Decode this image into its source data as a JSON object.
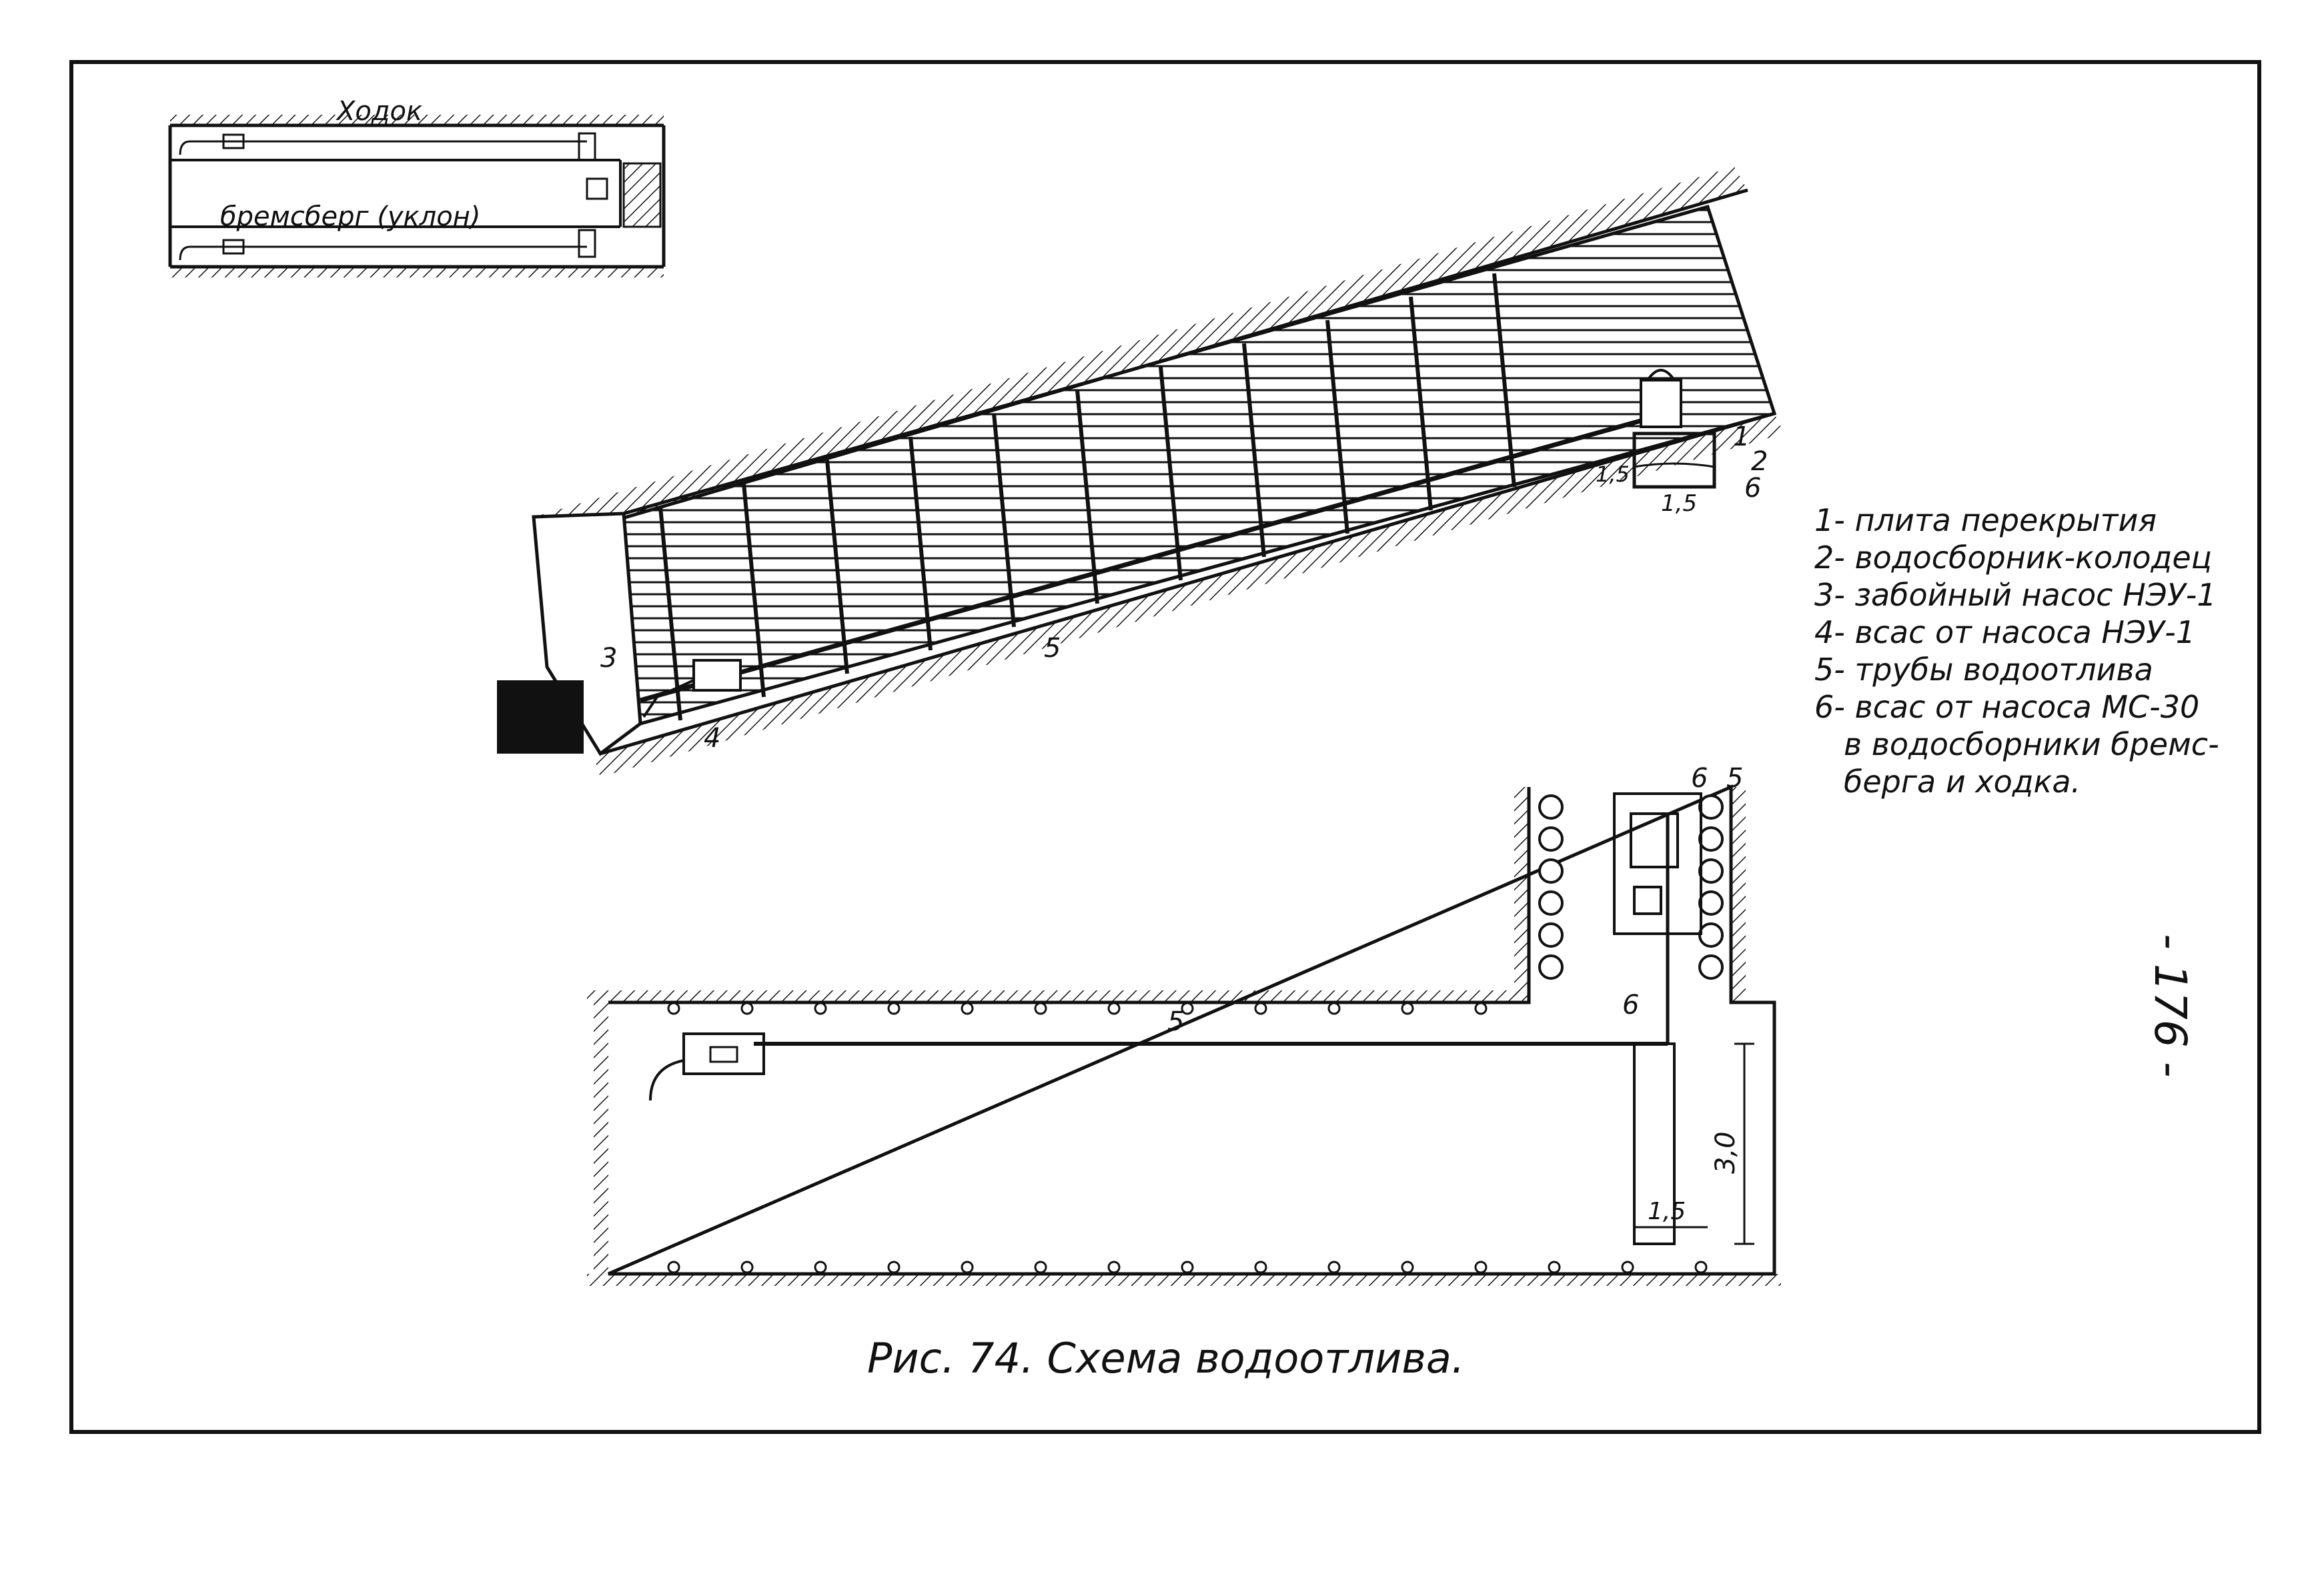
{
  "inset": {
    "top_label": "Ходок",
    "bottom_label": "бремсберг (уклон)"
  },
  "callouts": {
    "c1": "1",
    "c2": "2",
    "c3": "3",
    "c4": "4",
    "c5_section": "5",
    "c6_section": "6",
    "c5_plan": "5",
    "c6_plan_top": "6",
    "c5_plan_top": "5",
    "c6_plan_side": "6"
  },
  "dimensions": {
    "section_width": "1,5",
    "section_height": "1,5",
    "plan_height": "3,0",
    "plan_width": "1,5"
  },
  "legend": {
    "items": [
      "1- плита перекрытия",
      "2- водосборник-колодец",
      "3- забойный насос НЭУ-1",
      "4- всас от насоса НЭУ-1",
      "5- трубы водоотлива",
      "6- всас от насоса МС-30"
    ],
    "item6_cont1": "в водосборники бремс-",
    "item6_cont2": "берга и ходка."
  },
  "caption": "Рис. 74. Схема водоотлива.",
  "page_number": "- 176 -"
}
